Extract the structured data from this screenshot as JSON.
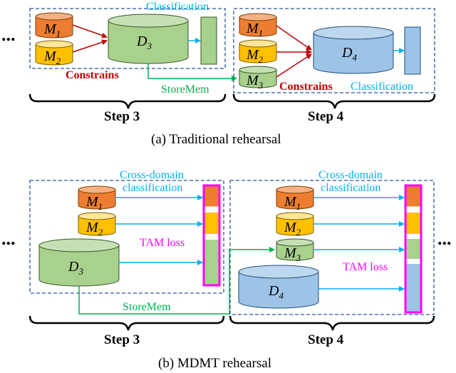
{
  "colors": {
    "orange": "#ED7D31",
    "yellow": "#FFC000",
    "green": "#A9D18E",
    "blue": "#9DC3E6",
    "red_text": "#C00000",
    "cyan_text": "#00B0F0",
    "green_text": "#00B050",
    "magenta_text": "#FF00FF",
    "dashed_border": "#2F5597"
  },
  "top": {
    "ellipsis_left": "...",
    "classification_left": "Classification",
    "constrains_left": "Constrains",
    "storemem": "StoreMem",
    "constrains_right": "Constrains",
    "classification_right": "Classification",
    "step3": "Step 3",
    "step4": "Step 4",
    "caption": "(a)  Traditional rehearsal",
    "m1": {
      "base": "M",
      "sub": "1"
    },
    "m2": {
      "base": "M",
      "sub": "2"
    },
    "m3": {
      "base": "M",
      "sub": "3"
    },
    "d3": {
      "base": "D",
      "sub": "3"
    },
    "d4": {
      "base": "D",
      "sub": "4"
    }
  },
  "bottom": {
    "ellipsis_left": "...",
    "ellipsis_right": "...",
    "cross_domain_left_1": "Cross-domain",
    "cross_domain_left_2": "classification",
    "cross_domain_right_1": "Cross-domain",
    "cross_domain_right_2": "classification",
    "tam_left": "TAM loss",
    "tam_right": "TAM loss",
    "storemem": "StoreMem",
    "step3": "Step 3",
    "step4": "Step 4",
    "caption": "(b)  MDMT rehearsal",
    "m1": {
      "base": "M",
      "sub": "1"
    },
    "m2": {
      "base": "M",
      "sub": "2"
    },
    "d3": {
      "base": "D",
      "sub": "3"
    },
    "m1r": {
      "base": "M",
      "sub": "1"
    },
    "m2r": {
      "base": "M",
      "sub": "2"
    },
    "m3r": {
      "base": "M",
      "sub": "3"
    },
    "d4": {
      "base": "D",
      "sub": "4"
    }
  }
}
